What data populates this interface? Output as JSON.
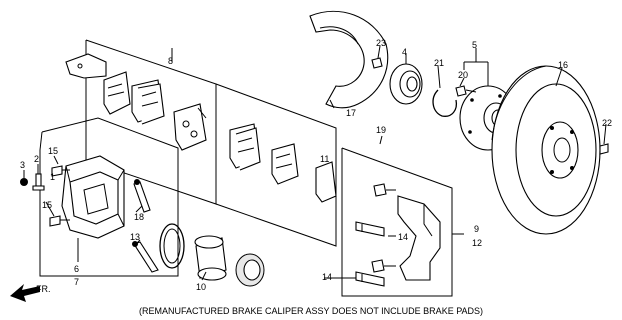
{
  "caption": "(REMANUFACTURED BRAKE CALIPER ASSY DOES NOT INCLUDE BRAKE PADS)",
  "direction_label": "FR.",
  "callouts": {
    "c1": "1",
    "c2": "2",
    "c3": "3",
    "c4": "4",
    "c5": "5",
    "c6": "6",
    "c7": "7",
    "c8": "8",
    "c9": "9",
    "c10": "10",
    "c11": "11",
    "c12": "12",
    "c13": "13",
    "c14a": "14",
    "c14b": "14",
    "c15a": "15",
    "c15b": "15",
    "c16": "16",
    "c17": "17",
    "c18": "18",
    "c19": "19",
    "c20": "20",
    "c21": "21",
    "c22": "22",
    "c23": "23"
  }
}
